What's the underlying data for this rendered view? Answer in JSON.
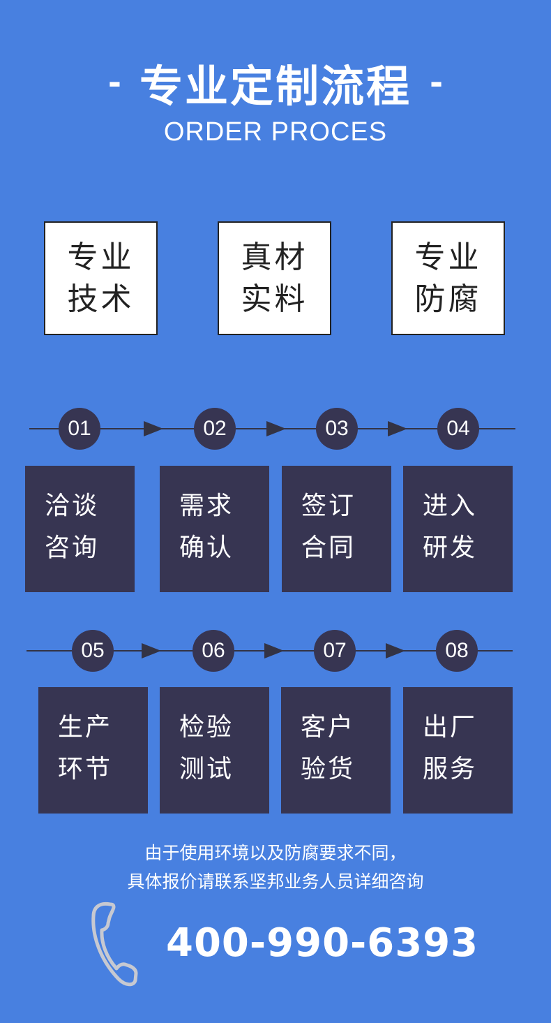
{
  "header": {
    "dash_left": "-",
    "title": "专业定制流程",
    "dash_right": "-",
    "subtitle": "ORDER PROCES"
  },
  "features": [
    {
      "line1": "专业",
      "line2": "技术"
    },
    {
      "line1": "真材",
      "line2": "实料"
    },
    {
      "line1": "专业",
      "line2": "防腐"
    }
  ],
  "steps": [
    {
      "number": "01",
      "line1": "洽谈",
      "line2": "咨询"
    },
    {
      "number": "02",
      "line1": "需求",
      "line2": "确认"
    },
    {
      "number": "03",
      "line1": "签订",
      "line2": "合同"
    },
    {
      "number": "04",
      "line1": "进入",
      "line2": "研发"
    },
    {
      "number": "05",
      "line1": "生产",
      "line2": "环节"
    },
    {
      "number": "06",
      "line1": "检验",
      "line2": "测试"
    },
    {
      "number": "07",
      "line1": "客户",
      "line2": "验货"
    },
    {
      "number": "08",
      "line1": "出厂",
      "line2": "服务"
    }
  ],
  "footer": {
    "line1": "由于使用环境以及防腐要求不同，",
    "line2": "具体报价请联系坚邦业务人员详细咨询",
    "phone": "400-990-6393",
    "phone_icon": "phone-handset-icon"
  },
  "colors": {
    "background": "#4880e0",
    "dark_box": "#373552",
    "white": "#ffffff"
  }
}
